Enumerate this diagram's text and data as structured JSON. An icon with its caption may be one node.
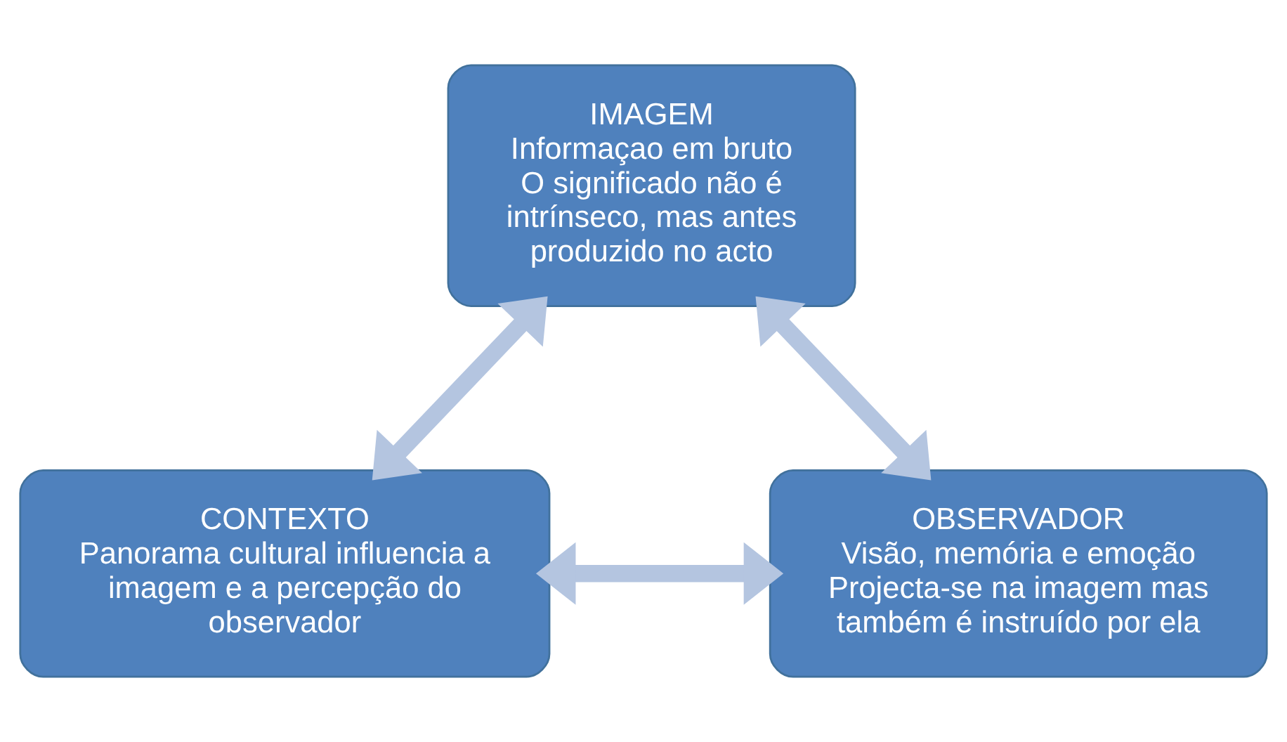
{
  "diagram": {
    "nodes": [
      {
        "text": [
          "IMAGEM",
          "Informaçao em bruto",
          "O significado não é intrínseco, mas antes  produzido no acto"
        ]
      },
      {
        "text": [
          "CONTEXTO",
          "Panorama cultural influencia a imagem e a percepção do observador"
        ]
      },
      {
        "text": [
          "OBSERVADOR",
          "Visão, memória e emoção",
          "Projecta-se na imagem mas também é instruído por ela"
        ]
      }
    ],
    "edges": [
      {
        "from": 0,
        "to": 1,
        "arrow": "both"
      },
      {
        "from": 0,
        "to": 2,
        "arrow": "both"
      },
      {
        "from": 1,
        "to": 2,
        "arrow": "both"
      }
    ]
  }
}
